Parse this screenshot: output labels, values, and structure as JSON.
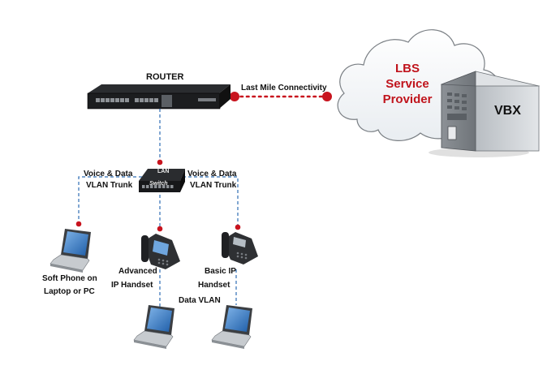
{
  "router": {
    "title": "ROUTER"
  },
  "wan_link": {
    "label": "Last Mile Connectivity"
  },
  "provider": {
    "line1": "LBS",
    "line2": "Service",
    "line3": "Provider"
  },
  "server": {
    "label": "VBX"
  },
  "switch": {
    "top_label": "LAN",
    "body_label": "Switch"
  },
  "trunk_left": {
    "line1": "Voice & Data",
    "line2": "VLAN Trunk"
  },
  "trunk_right": {
    "line1": "Voice & Data",
    "line2": "VLAN Trunk"
  },
  "soft_phone": {
    "line1": "Soft Phone on",
    "line2": "Laptop or PC"
  },
  "advanced_phone": {
    "line1": "Advanced",
    "line2": "IP Handset"
  },
  "basic_phone": {
    "line1": "Basic IP",
    "line2": "Handset"
  },
  "data_vlan": {
    "label": "Data VLAN"
  },
  "colors": {
    "link_blue": "#2f6db5",
    "endpoint_red": "#c8141e",
    "provider_red": "#c0141c"
  }
}
